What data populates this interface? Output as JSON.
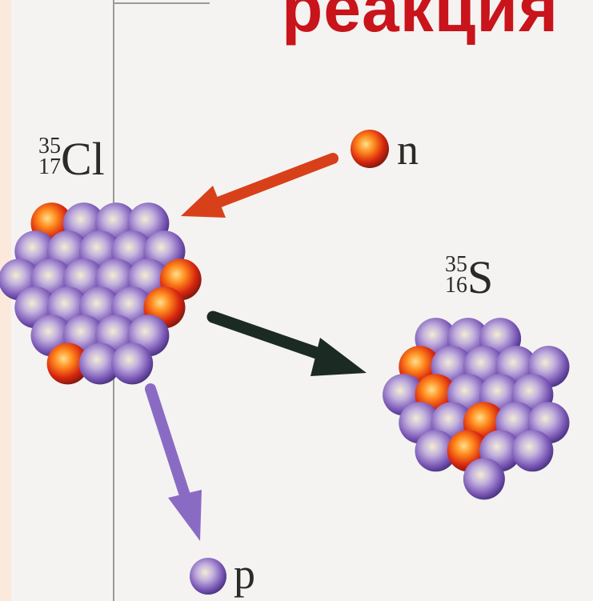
{
  "heading": {
    "text": "реакция"
  },
  "reactant": {
    "mass_number": "35",
    "atomic_number": "17",
    "symbol": "Cl"
  },
  "product": {
    "mass_number": "35",
    "atomic_number": "16",
    "symbol": "S"
  },
  "incoming_particle": {
    "label": "n"
  },
  "emitted_particle": {
    "label": "p"
  },
  "colors": {
    "heading": "#c8141a",
    "proton": "#e23a12",
    "neutron": "#8a6bc4",
    "incoming_arrow": "#d8401a",
    "product_arrow": "#1c2a24",
    "emitted_arrow": "#8a6bc4",
    "background": "#fbe9dc",
    "panel": "#f4f3f1"
  }
}
